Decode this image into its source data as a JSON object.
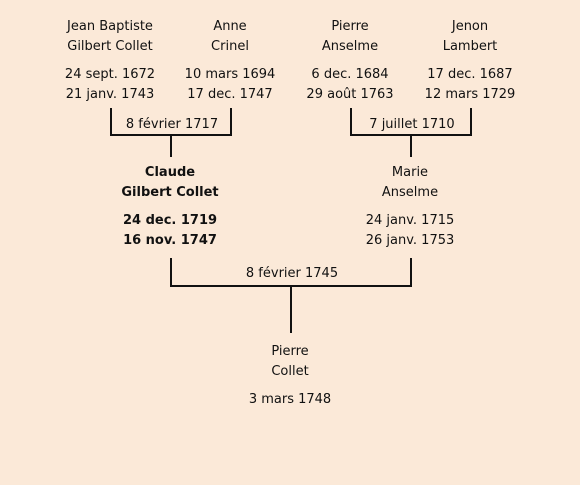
{
  "grandparents": {
    "jean_baptiste": {
      "name1": "Jean Baptiste",
      "name2": "Gilbert Collet",
      "birth": "24 sept. 1672",
      "death": "21 janv. 1743"
    },
    "anne": {
      "name1": "Anne",
      "name2": "Crinel",
      "birth": "10 mars 1694",
      "death": "17 dec. 1747"
    },
    "pierre_a": {
      "name1": "Pierre",
      "name2": "Anselme",
      "birth": "6 dec. 1684",
      "death": "29 août 1763"
    },
    "jenon": {
      "name1": "Jenon",
      "name2": "Lambert",
      "birth": "17 dec. 1687",
      "death": "12 mars 1729"
    }
  },
  "marriages": {
    "left_couple": "8 février 1717",
    "right_couple": "7 juillet 1710",
    "parents": "8 février 1745"
  },
  "parents": {
    "claude": {
      "name1": "Claude",
      "name2": "Gilbert Collet",
      "birth": "24 dec. 1719",
      "death": "16 nov. 1747"
    },
    "marie": {
      "name1": "Marie",
      "name2": "Anselme",
      "birth": "24 janv. 1715",
      "death": "26 janv. 1753"
    }
  },
  "child": {
    "pierre_c": {
      "name1": "Pierre",
      "name2": "Collet",
      "birth": "3 mars 1748"
    }
  },
  "colors": {
    "background": "#fbe9d8",
    "line": "#111111"
  }
}
